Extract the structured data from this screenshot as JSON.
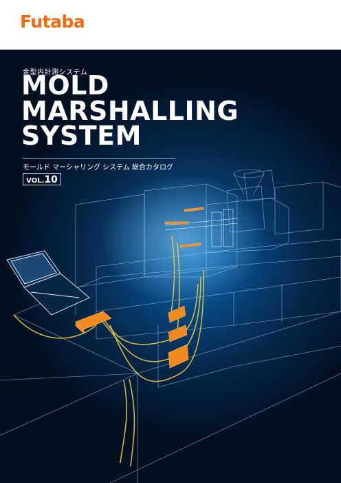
{
  "brand": {
    "logo_text": "Futaba",
    "accent": "#ee6b0f"
  },
  "cover": {
    "subtitle": "金型内計測システム",
    "title_lines": [
      "MOLD",
      "MARSHALLING",
      "SYSTEM"
    ],
    "jp_title": "モールド マーシャリング システム 総合カタログ",
    "volume_prefix": "VOL.",
    "volume_number": "10"
  },
  "colors": {
    "background_center": "#0e6bb0",
    "background_edge": "#040f20",
    "wireframe": "#9fd4ff",
    "cable": "#e6c84a",
    "sensor": "#f08a1e"
  }
}
